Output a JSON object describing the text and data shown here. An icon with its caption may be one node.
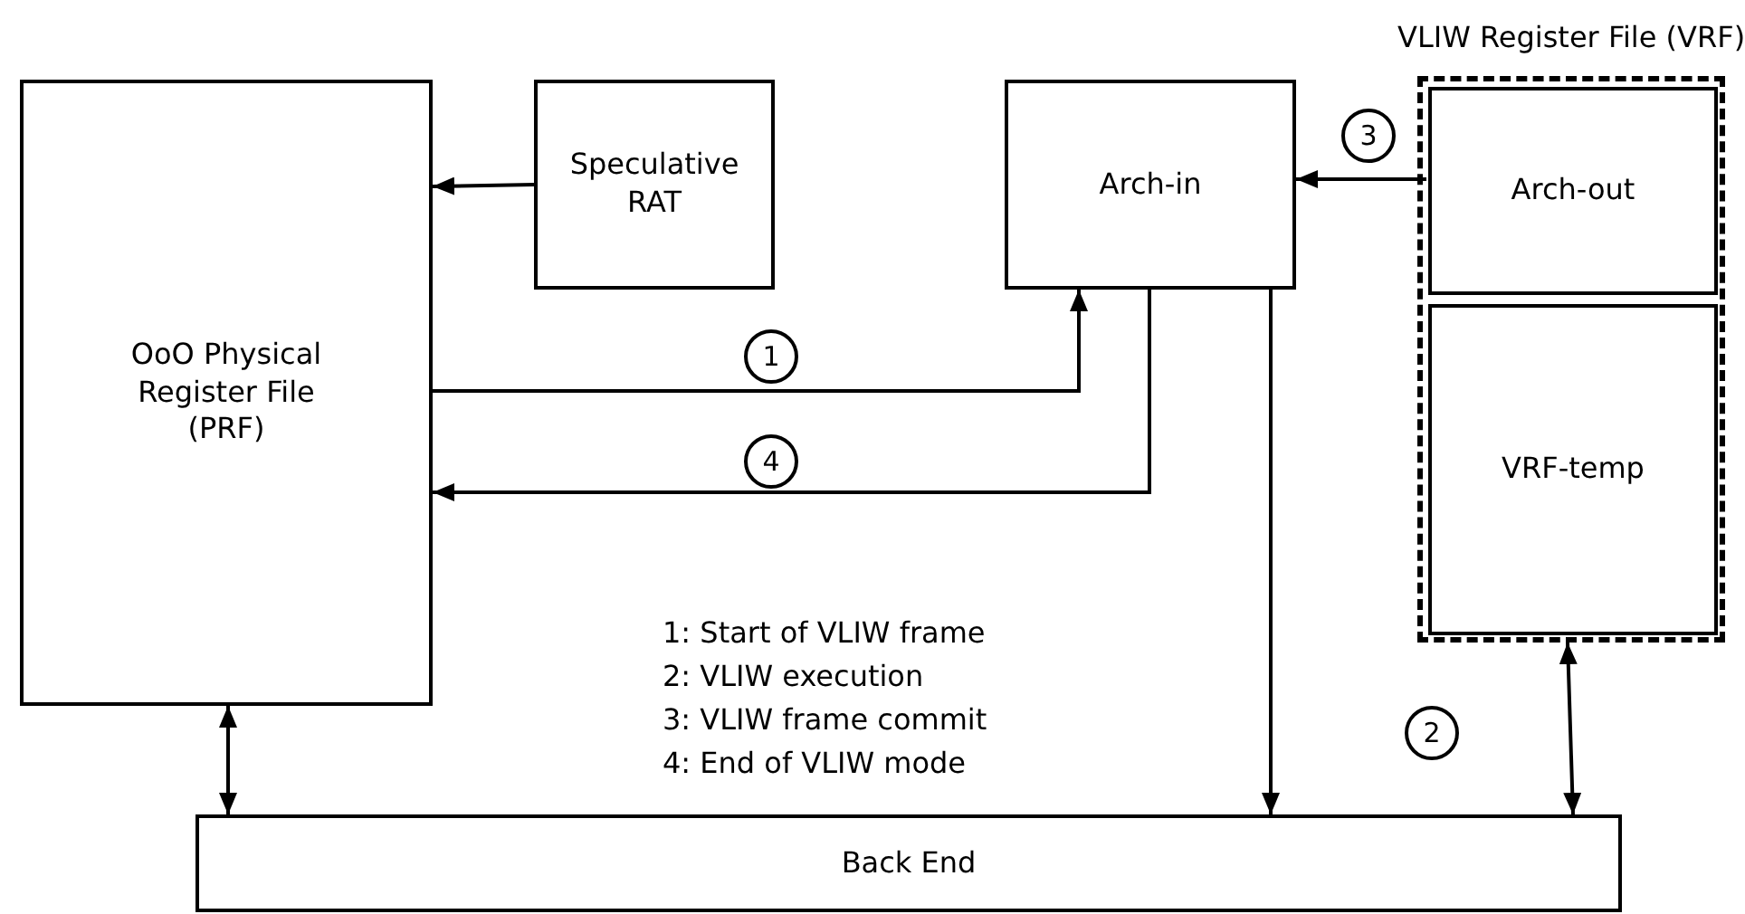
{
  "diagram": {
    "nodes": [
      {
        "text": [
          "OoO Physical Register File (PRF)"
        ]
      },
      {
        "text": [
          "Speculative RAT"
        ]
      },
      {
        "text": [
          "Arch-in"
        ]
      },
      {
        "text": [
          "VLIW Register File (VRF)"
        ]
      },
      {
        "text": [
          "Arch-out"
        ],
        "in": 3
      },
      {
        "text": [
          "VRF-temp"
        ],
        "in": 3
      },
      {
        "text": [
          "Back End"
        ]
      }
    ],
    "edges": [
      {
        "from": 1,
        "to": 0,
        "arrow": "to"
      },
      {
        "from": 0,
        "to": 2,
        "arrow": "to"
      },
      {
        "from": 2,
        "to": 0,
        "arrow": "to"
      },
      {
        "from": 4,
        "to": 2,
        "arrow": "to"
      },
      {
        "from": 2,
        "to": 6,
        "arrow": "to"
      },
      {
        "from": 0,
        "to": 6,
        "arrow": "both"
      },
      {
        "from": 3,
        "to": 6,
        "arrow": "both"
      }
    ],
    "labels": [
      "3",
      "1",
      "4",
      "1: Start of VLIW frame",
      "2: VLIW execution",
      "3: VLIW frame commit",
      "4: End of VLIW mode",
      "2"
    ]
  }
}
